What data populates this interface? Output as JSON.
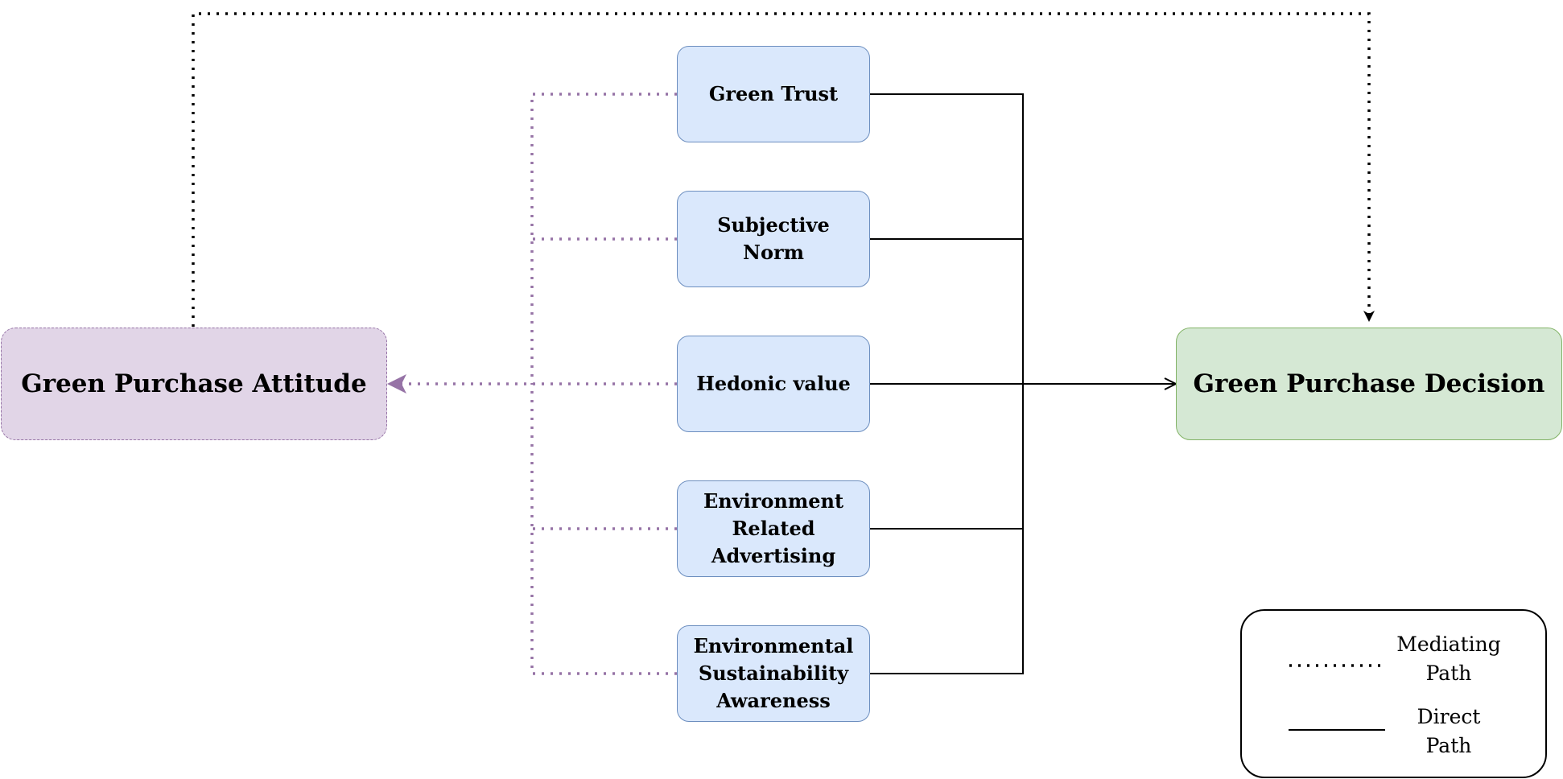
{
  "diagram": {
    "nodes": {
      "green_trust": "Green Trust",
      "subjective_norm": "Subjective Norm",
      "hedonic_value": "Hedonic value",
      "environment_related_advertising": "Environment Related Advertising",
      "environmental_sustainability_awareness": "Environmental Sustainability Awareness",
      "green_purchase_attitude": "Green Purchase Attitude",
      "green_purchase_decision": "Green Purchase Decision"
    },
    "legend": {
      "mediating_path": "Mediating Path",
      "direct_path": "Direct Path"
    }
  },
  "colors": {
    "predictor_fill": "#dae8fc",
    "predictor_border": "#6c8ebf",
    "mediator_fill": "#e1d5e7",
    "mediator_border": "#9673a6",
    "outcome_fill": "#d5e8d4",
    "outcome_border": "#82b366",
    "mediating_line_purple": "#9673a6",
    "mediating_line_black": "#000000",
    "direct_line": "#000000"
  }
}
